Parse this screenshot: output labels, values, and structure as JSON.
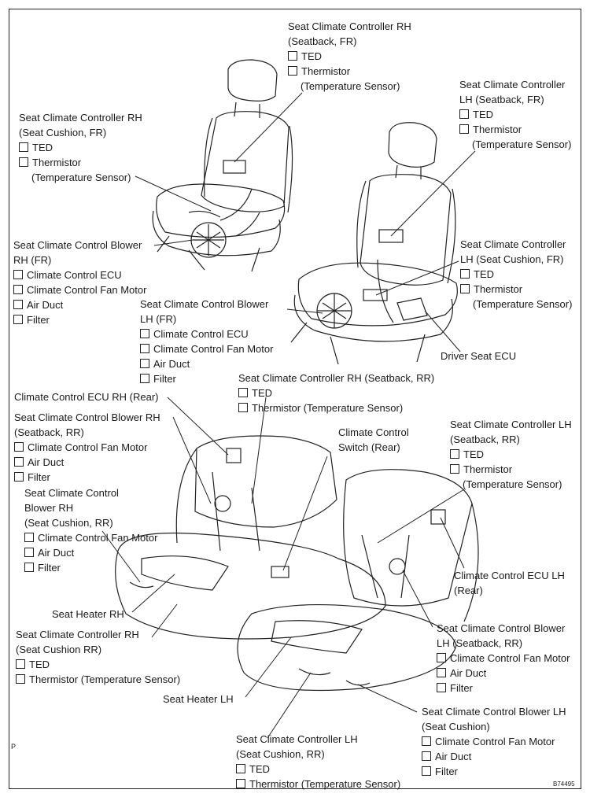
{
  "figure_code": "B74495",
  "corner_mark": "P",
  "callouts": {
    "rh_seatback_fr": {
      "title": [
        "Seat Climate Controller RH",
        "(Seatback, FR)"
      ],
      "items": [
        "TED",
        "Thermistor",
        "(Temperature Sensor)"
      ]
    },
    "lh_seatback_fr": {
      "title": [
        "Seat Climate Controller",
        "LH (Seatback, FR)"
      ],
      "items": [
        "TED",
        "Thermistor",
        "(Temperature Sensor)"
      ]
    },
    "rh_cushion_fr": {
      "title": [
        "Seat Climate Controller RH",
        "(Seat Cushion, FR)"
      ],
      "items": [
        "TED",
        "Thermistor",
        "(Temperature Sensor)"
      ]
    },
    "blower_rh_fr": {
      "title": [
        "Seat Climate Control Blower",
        "RH (FR)"
      ],
      "items": [
        "Climate Control ECU",
        "Climate Control Fan Motor",
        "Air Duct",
        "Filter"
      ]
    },
    "lh_cushion_fr": {
      "title": [
        "Seat Climate Controller",
        "LH (Seat Cushion, FR)"
      ],
      "items": [
        "TED",
        "Thermistor",
        "(Temperature Sensor)"
      ]
    },
    "blower_lh_fr": {
      "title": [
        "Seat Climate Control Blower",
        "LH (FR)"
      ],
      "items": [
        "Climate Control ECU",
        "Climate Control Fan Motor",
        "Air Duct",
        "Filter"
      ]
    },
    "driver_seat_ecu": {
      "title": [
        "Driver Seat ECU"
      ]
    },
    "rh_seatback_rr": {
      "title": [
        "Seat Climate Controller RH (Seatback, RR)"
      ],
      "items": [
        "TED",
        "Thermistor (Temperature Sensor)"
      ]
    },
    "ecu_rh_rear": {
      "title": [
        "Climate Control ECU RH (Rear)"
      ]
    },
    "blower_rh_seatback_rr": {
      "title": [
        "Seat Climate Control Blower RH",
        "(Seatback, RR)"
      ],
      "items": [
        "Climate Control Fan Motor",
        "Air Duct",
        "Filter"
      ]
    },
    "switch_rear": {
      "title": [
        "Climate Control",
        "Switch (Rear)"
      ]
    },
    "lh_seatback_rr": {
      "title": [
        "Seat Climate Controller LH",
        "(Seatback, RR)"
      ],
      "items": [
        "TED",
        "Thermistor",
        "(Temperature Sensor)"
      ]
    },
    "blower_rh_cushion_rr": {
      "title": [
        "Seat Climate Control",
        "Blower RH",
        "(Seat Cushion, RR)"
      ],
      "items": [
        "Climate Control Fan Motor",
        "Air Duct",
        "Filter"
      ]
    },
    "ecu_lh_rear": {
      "title": [
        "Climate Control ECU LH",
        "(Rear)"
      ]
    },
    "heater_rh": {
      "title": [
        "Seat Heater RH"
      ]
    },
    "rh_cushion_rr": {
      "title": [
        "Seat Climate Controller RH",
        "(Seat Cushion RR)"
      ],
      "items": [
        "TED",
        "Thermistor (Temperature Sensor)"
      ]
    },
    "blower_lh_seatback_rr": {
      "title": [
        "Seat Climate Control Blower",
        "LH (Seatback, RR)"
      ],
      "items": [
        "Climate Control Fan Motor",
        "Air Duct",
        "Filter"
      ]
    },
    "heater_lh": {
      "title": [
        "Seat Heater LH"
      ]
    },
    "blower_lh_cushion": {
      "title": [
        "Seat Climate Control Blower LH",
        "(Seat Cushion)"
      ],
      "items": [
        "Climate Control Fan Motor",
        "Air Duct",
        "Filter"
      ]
    },
    "lh_cushion_rr": {
      "title": [
        "Seat Climate Controller LH",
        "(Seat Cushion, RR)"
      ],
      "items": [
        "TED",
        "Thermistor (Temperature Sensor)"
      ]
    }
  }
}
